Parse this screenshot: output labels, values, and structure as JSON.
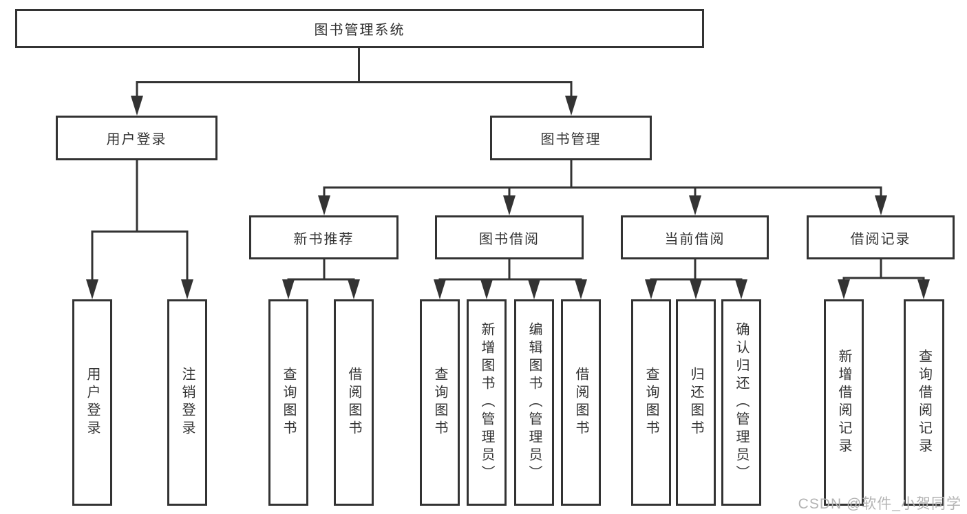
{
  "tree": {
    "root": {
      "label": "图书管理系统",
      "children": [
        {
          "label": "用户登录",
          "children": [
            {
              "label": "用户登录"
            },
            {
              "label": "注销登录"
            }
          ]
        },
        {
          "label": "图书管理",
          "children": [
            {
              "label": "新书推荐",
              "children": [
                {
                  "label": "查询图书"
                },
                {
                  "label": "借阅图书"
                }
              ]
            },
            {
              "label": "图书借阅",
              "children": [
                {
                  "label": "查询图书"
                },
                {
                  "label": "新增图书（管理员）"
                },
                {
                  "label": "编辑图书（管理员）"
                },
                {
                  "label": "借阅图书"
                }
              ]
            },
            {
              "label": "当前借阅",
              "children": [
                {
                  "label": "查询图书"
                },
                {
                  "label": "归还图书"
                },
                {
                  "label": "确认归还（管理员）"
                }
              ]
            },
            {
              "label": "借阅记录",
              "children": [
                {
                  "label": "新增借阅记录"
                },
                {
                  "label": "查询借阅记录"
                }
              ]
            }
          ]
        }
      ]
    }
  },
  "watermark": "CSDN @软件_小贺同学",
  "colors": {
    "line": "#333333",
    "text": "#333333",
    "box_fill": "#ffffff",
    "background": "#ffffff",
    "watermark": "#b3b3b3"
  }
}
